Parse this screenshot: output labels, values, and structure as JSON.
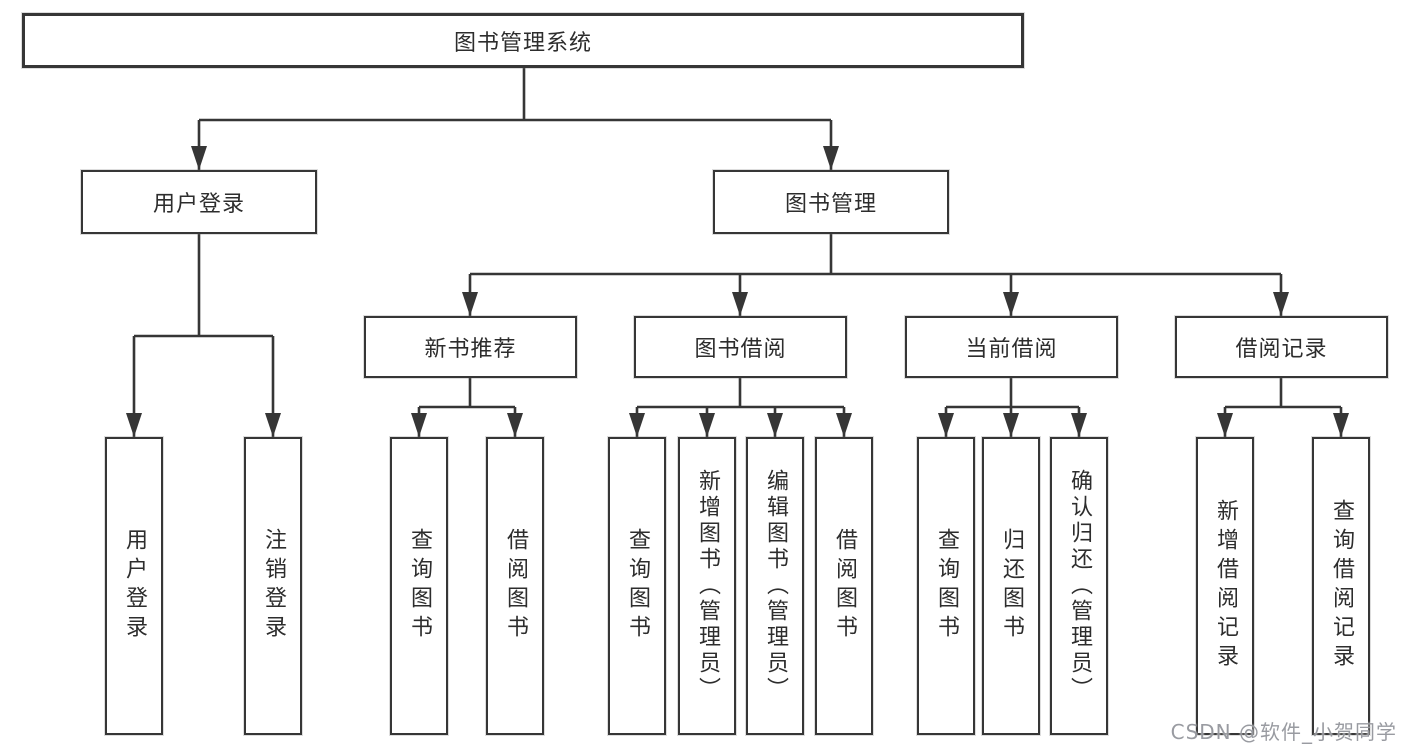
{
  "diagram_title": "图书管理系统",
  "colors": {
    "line": "#363636",
    "box_border": "#363636",
    "box_fill": "#ffffff",
    "text": "#2d2d2d",
    "watermark": "#94969c"
  },
  "nodes": {
    "root": {
      "label": "图书管理系统"
    },
    "user_login": {
      "label": "用户登录"
    },
    "book_management": {
      "label": "图书管理"
    },
    "new_book_recommend": {
      "label": "新书推荐"
    },
    "book_borrow": {
      "label": "图书借阅"
    },
    "current_borrow": {
      "label": "当前借阅"
    },
    "borrow_records": {
      "label": "借阅记录"
    },
    "leaf_user_login": {
      "label": "用户登录"
    },
    "leaf_logout": {
      "label": "注销登录"
    },
    "leaf_nb_search": {
      "label": "查询图书"
    },
    "leaf_nb_borrow": {
      "label": "借阅图书"
    },
    "leaf_bb_search": {
      "label": "查询图书"
    },
    "leaf_bb_add": {
      "label": "新增图书（管理员）"
    },
    "leaf_bb_edit": {
      "label": "编辑图书（管理员）"
    },
    "leaf_bb_borrow": {
      "label": "借阅图书"
    },
    "leaf_cb_search": {
      "label": "查询图书"
    },
    "leaf_cb_return": {
      "label": "归还图书"
    },
    "leaf_cb_confirm": {
      "label": "确认归还（管理员）"
    },
    "leaf_br_add": {
      "label": "新增借阅记录"
    },
    "leaf_br_query": {
      "label": "查询借阅记录"
    }
  },
  "hierarchy": {
    "图书管理系统": {
      "用户登录": [
        "用户登录",
        "注销登录"
      ],
      "图书管理": {
        "新书推荐": [
          "查询图书",
          "借阅图书"
        ],
        "图书借阅": [
          "查询图书",
          "新增图书（管理员）",
          "编辑图书（管理员）",
          "借阅图书"
        ],
        "当前借阅": [
          "查询图书",
          "归还图书",
          "确认归还（管理员）"
        ],
        "借阅记录": [
          "新增借阅记录",
          "查询借阅记录"
        ]
      }
    }
  },
  "watermark": {
    "text": "CSDN @软件_小贺同学"
  }
}
